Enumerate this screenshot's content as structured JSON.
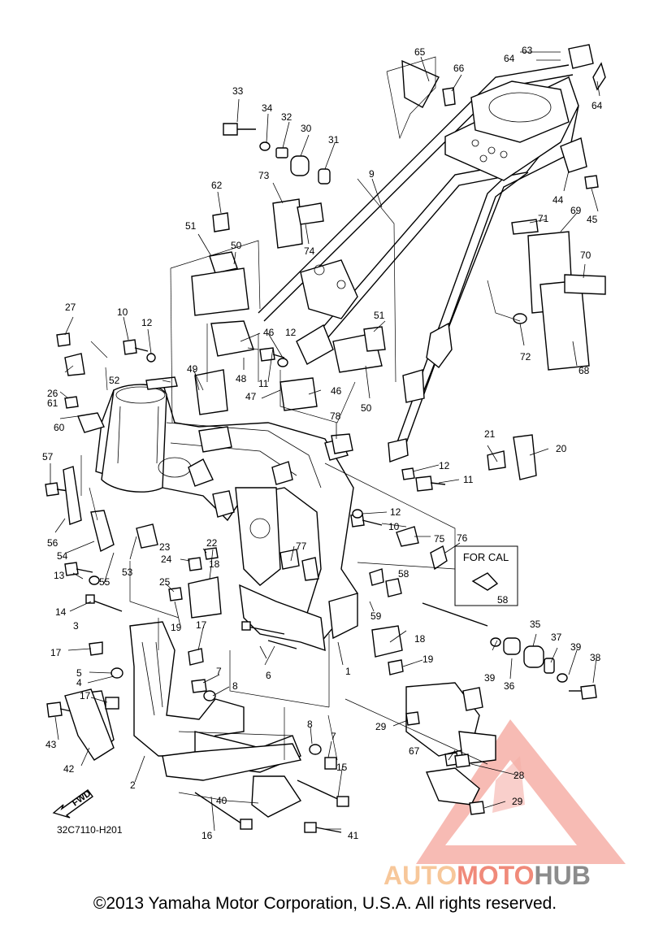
{
  "diagram": {
    "drawing_code": "32C7110-H201",
    "fwd_label": "FWD",
    "for_cal_label": "FOR CAL",
    "callouts": [
      {
        "id": "c1",
        "text": "1"
      },
      {
        "id": "c2",
        "text": "2"
      },
      {
        "id": "c3",
        "text": "3"
      },
      {
        "id": "c4",
        "text": "4"
      },
      {
        "id": "c5",
        "text": "5"
      },
      {
        "id": "c6",
        "text": "6"
      },
      {
        "id": "c7a",
        "text": "7"
      },
      {
        "id": "c7b",
        "text": "7"
      },
      {
        "id": "c8a",
        "text": "8"
      },
      {
        "id": "c8b",
        "text": "8"
      },
      {
        "id": "c9",
        "text": "9"
      },
      {
        "id": "c10a",
        "text": "10"
      },
      {
        "id": "c10b",
        "text": "10"
      },
      {
        "id": "c11a",
        "text": "11"
      },
      {
        "id": "c11b",
        "text": "11"
      },
      {
        "id": "c12a",
        "text": "12"
      },
      {
        "id": "c12b",
        "text": "12"
      },
      {
        "id": "c12c",
        "text": "12"
      },
      {
        "id": "c12d",
        "text": "12"
      },
      {
        "id": "c13",
        "text": "13"
      },
      {
        "id": "c14",
        "text": "14"
      },
      {
        "id": "c15",
        "text": "15"
      },
      {
        "id": "c16",
        "text": "16"
      },
      {
        "id": "c17a",
        "text": "17"
      },
      {
        "id": "c17b",
        "text": "17"
      },
      {
        "id": "c17c",
        "text": "17"
      },
      {
        "id": "c18a",
        "text": "18"
      },
      {
        "id": "c18b",
        "text": "18"
      },
      {
        "id": "c19a",
        "text": "19"
      },
      {
        "id": "c19b",
        "text": "19"
      },
      {
        "id": "c20",
        "text": "20"
      },
      {
        "id": "c21",
        "text": "21"
      },
      {
        "id": "c22",
        "text": "22"
      },
      {
        "id": "c23",
        "text": "23"
      },
      {
        "id": "c24",
        "text": "24"
      },
      {
        "id": "c25",
        "text": "25"
      },
      {
        "id": "c26",
        "text": "26"
      },
      {
        "id": "c27",
        "text": "27"
      },
      {
        "id": "c28",
        "text": "28"
      },
      {
        "id": "c29a",
        "text": "29"
      },
      {
        "id": "c29b",
        "text": "29"
      },
      {
        "id": "c30",
        "text": "30"
      },
      {
        "id": "c31",
        "text": "31"
      },
      {
        "id": "c32",
        "text": "32"
      },
      {
        "id": "c33",
        "text": "33"
      },
      {
        "id": "c34",
        "text": "34"
      },
      {
        "id": "c35",
        "text": "35"
      },
      {
        "id": "c36",
        "text": "36"
      },
      {
        "id": "c37",
        "text": "37"
      },
      {
        "id": "c38",
        "text": "38"
      },
      {
        "id": "c39a",
        "text": "39"
      },
      {
        "id": "c39b",
        "text": "39"
      },
      {
        "id": "c40",
        "text": "40"
      },
      {
        "id": "c41",
        "text": "41"
      },
      {
        "id": "c42",
        "text": "42"
      },
      {
        "id": "c43",
        "text": "43"
      },
      {
        "id": "c44",
        "text": "44"
      },
      {
        "id": "c45",
        "text": "45"
      },
      {
        "id": "c46a",
        "text": "46"
      },
      {
        "id": "c46b",
        "text": "46"
      },
      {
        "id": "c47",
        "text": "47"
      },
      {
        "id": "c48",
        "text": "48"
      },
      {
        "id": "c49",
        "text": "49"
      },
      {
        "id": "c50a",
        "text": "50"
      },
      {
        "id": "c50b",
        "text": "50"
      },
      {
        "id": "c51a",
        "text": "51"
      },
      {
        "id": "c51b",
        "text": "51"
      },
      {
        "id": "c52",
        "text": "52"
      },
      {
        "id": "c53",
        "text": "53"
      },
      {
        "id": "c54",
        "text": "54"
      },
      {
        "id": "c55",
        "text": "55"
      },
      {
        "id": "c56",
        "text": "56"
      },
      {
        "id": "c57",
        "text": "57"
      },
      {
        "id": "c58a",
        "text": "58"
      },
      {
        "id": "c58b",
        "text": "58"
      },
      {
        "id": "c59",
        "text": "59"
      },
      {
        "id": "c60",
        "text": "60"
      },
      {
        "id": "c61",
        "text": "61"
      },
      {
        "id": "c62",
        "text": "62"
      },
      {
        "id": "c63",
        "text": "63"
      },
      {
        "id": "c64a",
        "text": "64"
      },
      {
        "id": "c64b",
        "text": "64"
      },
      {
        "id": "c65",
        "text": "65"
      },
      {
        "id": "c66",
        "text": "66"
      },
      {
        "id": "c67",
        "text": "67"
      },
      {
        "id": "c68",
        "text": "68"
      },
      {
        "id": "c69",
        "text": "69"
      },
      {
        "id": "c70",
        "text": "70"
      },
      {
        "id": "c71",
        "text": "71"
      },
      {
        "id": "c72",
        "text": "72"
      },
      {
        "id": "c73",
        "text": "73"
      },
      {
        "id": "c74",
        "text": "74"
      },
      {
        "id": "c75",
        "text": "75"
      },
      {
        "id": "c76",
        "text": "76"
      },
      {
        "id": "c77",
        "text": "77"
      },
      {
        "id": "c78",
        "text": "78"
      }
    ]
  },
  "watermark": {
    "auto": "AUTO",
    "moto": "MOTO",
    "hub": "HUB",
    "color_light": "#f7c79a",
    "color_accent": "#f08a7a",
    "color_dark": "#8c8c8c",
    "triangle_color": "#f4a79e"
  },
  "copyright": "©2013 Yamaha Motor Corporation, U.S.A. All rights reserved."
}
